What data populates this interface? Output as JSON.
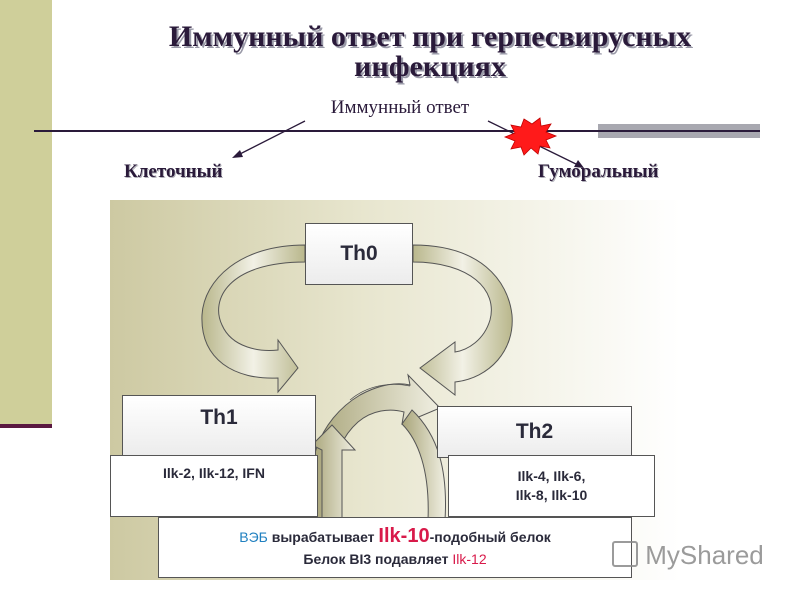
{
  "title_line1": "Иммунный ответ при герпесвирусных",
  "title_line2": "инфекциях",
  "subtitle": "Иммунный ответ",
  "branch_left": "Клеточный",
  "branch_right": "Гуморальный",
  "th0": "Th0",
  "th1": "Th1",
  "th2": "Th2",
  "th1_cytokines": "Ilk-2, Ilk-12, IFN",
  "th2_cytokines_line1": "Ilk-4, Ilk-6,",
  "th2_cytokines_line2": "Ilk-8, Ilk-10",
  "bottom": {
    "veb": "ВЭБ",
    "produces": " вырабатывает ",
    "il10": "Ilk-10",
    "rest1": "-подобный белок",
    "line2_start": "Белок BI3 подавляет ",
    "il12": "Ilk-12"
  },
  "watermark": "MyShared",
  "colors": {
    "accent_blue": "#2080c0",
    "accent_pink": "#d81a4a",
    "burst_red": "#ff1a1a"
  }
}
